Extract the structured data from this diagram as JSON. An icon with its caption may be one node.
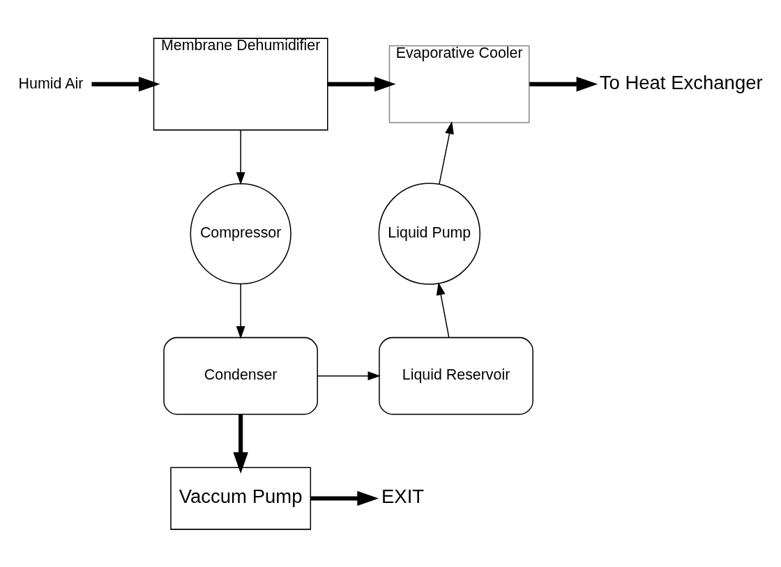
{
  "diagram": {
    "nodes": [
      {
        "text": [
          "Humid Air"
        ]
      },
      {
        "text": [
          "Membrane Dehumidifier"
        ]
      },
      {
        "text": [
          "Evaporative Cooler"
        ]
      },
      {
        "text": [
          "To Heat Exchanger"
        ]
      },
      {
        "text": [
          "Compressor"
        ]
      },
      {
        "text": [
          "Liquid Pump"
        ]
      },
      {
        "text": [
          "Condenser"
        ]
      },
      {
        "text": [
          "Liquid Reservoir"
        ]
      },
      {
        "text": [
          "Vaccum Pump"
        ]
      },
      {
        "text": [
          "EXIT"
        ]
      }
    ],
    "edges": [
      {
        "from": 0,
        "to": 1,
        "arrow": "to",
        "style": "thick"
      },
      {
        "from": 1,
        "to": 2,
        "arrow": "to",
        "style": "thick"
      },
      {
        "from": 2,
        "to": 3,
        "arrow": "to",
        "style": "thick"
      },
      {
        "from": 1,
        "to": 4,
        "arrow": "to"
      },
      {
        "from": 4,
        "to": 6,
        "arrow": "to"
      },
      {
        "from": 6,
        "to": 7,
        "arrow": "to"
      },
      {
        "from": 7,
        "to": 5,
        "arrow": "to"
      },
      {
        "from": 5,
        "to": 2,
        "arrow": "to"
      },
      {
        "from": 6,
        "to": 8,
        "arrow": "to",
        "style": "thick"
      },
      {
        "from": 8,
        "to": 9,
        "arrow": "to",
        "style": "thick"
      }
    ]
  }
}
